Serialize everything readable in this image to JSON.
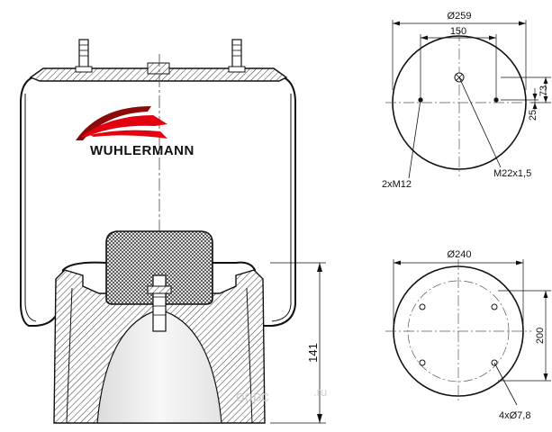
{
  "brand": {
    "name": "WUHLERMANN",
    "colors": {
      "red": "#e3000f",
      "dark_red": "#8c0a0a"
    }
  },
  "side_view": {
    "height_label": "141"
  },
  "top_view": {
    "diameter_label": "Ø259",
    "stud_spacing_label": "150",
    "offset_label_small": "25",
    "offset_label_large": "73",
    "studs_label": "2xM12",
    "air_fitting_label": "M22x1,5"
  },
  "bottom_view": {
    "diameter_label": "Ø240",
    "hole_spacing_label": "200",
    "holes_label": "4xØ7,8"
  },
  "watermark": {
    "text": "oopc",
    "suffix": ".ru"
  }
}
